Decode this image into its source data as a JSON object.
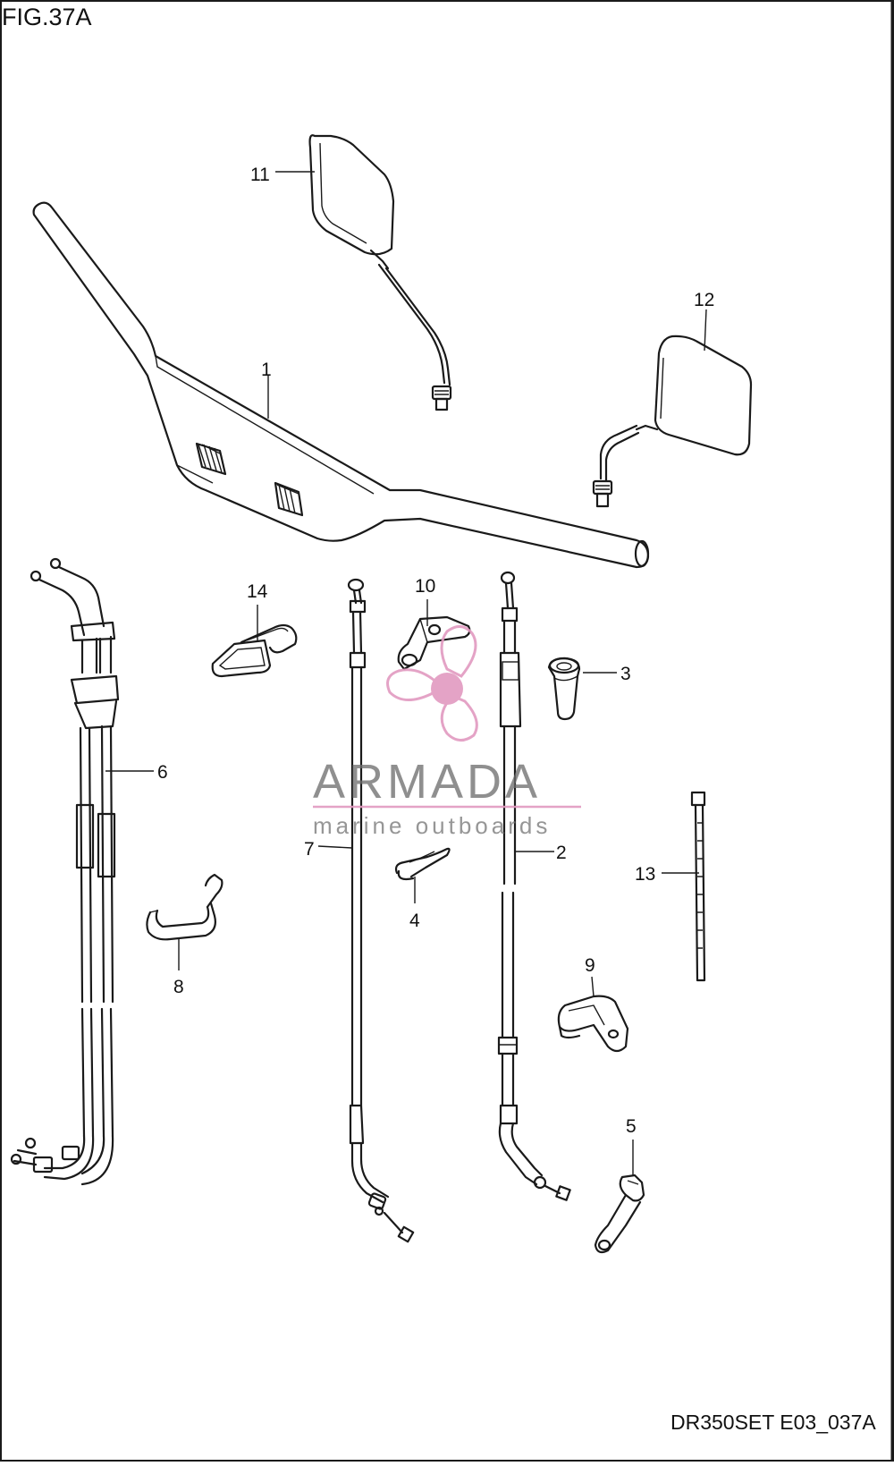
{
  "figure": {
    "title": "FIG.37A",
    "code": "DR350SET E03_037A"
  },
  "callouts": [
    {
      "id": "c1",
      "text": "1"
    },
    {
      "id": "c2",
      "text": "2"
    },
    {
      "id": "c3",
      "text": "3"
    },
    {
      "id": "c4",
      "text": "4"
    },
    {
      "id": "c5",
      "text": "5"
    },
    {
      "id": "c6",
      "text": "6"
    },
    {
      "id": "c7",
      "text": "7"
    },
    {
      "id": "c8",
      "text": "8"
    },
    {
      "id": "c9",
      "text": "9"
    },
    {
      "id": "c10",
      "text": "10"
    },
    {
      "id": "c11",
      "text": "11"
    },
    {
      "id": "c12",
      "text": "12"
    },
    {
      "id": "c13",
      "text": "13"
    },
    {
      "id": "c14",
      "text": "14"
    }
  ],
  "watermark": {
    "brand": "ARMADA",
    "tagline": "marine outboards",
    "accent_color": "#e29ac0",
    "text_color": "#6e6e6e"
  }
}
